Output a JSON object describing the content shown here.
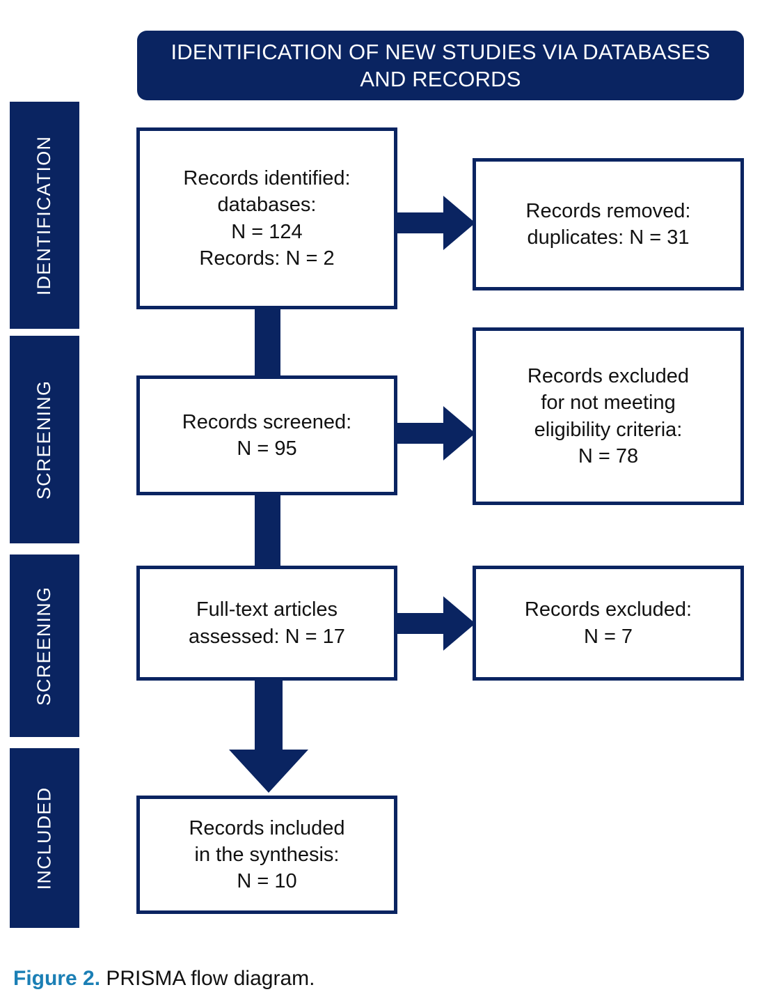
{
  "banner": {
    "title": "IDENTIFICATION OF NEW STUDIES VIA DATABASES AND RECORDS"
  },
  "colors": {
    "navy": "#0a2461",
    "teal": "#1b7fb5",
    "box_fill": "#ffffff",
    "text": "#111111"
  },
  "stages": [
    {
      "label": "IDENTIFICATION"
    },
    {
      "label": "SCREENING"
    },
    {
      "label": "SCREENING"
    },
    {
      "label": "INCLUDED"
    }
  ],
  "boxes": {
    "identified": {
      "lines": [
        "Records identified:",
        "databases:",
        "N = 124",
        "Records: N = 2"
      ]
    },
    "removed": {
      "lines": [
        "Records removed:",
        "duplicates: N = 31"
      ]
    },
    "screened": {
      "lines": [
        "Records screened:",
        "N = 95"
      ]
    },
    "excluded_eligibility": {
      "lines": [
        "Records excluded",
        "for not meeting",
        "eligibility criteria:",
        "N = 78"
      ]
    },
    "fulltext": {
      "lines": [
        "Full-text articles",
        "assessed: N = 17"
      ]
    },
    "excluded_fulltext": {
      "lines": [
        "Records excluded:",
        "N = 7"
      ]
    },
    "included": {
      "lines": [
        "Records included",
        "in the synthesis:",
        "N = 10"
      ]
    }
  },
  "caption": {
    "figure_label": "Figure 2.",
    "text": " PRISMA flow diagram."
  }
}
